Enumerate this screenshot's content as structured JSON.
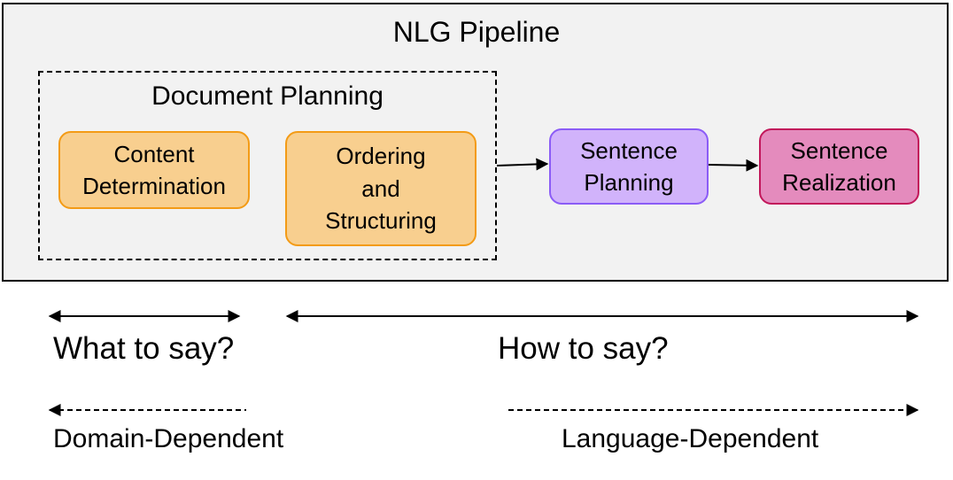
{
  "pipeline": {
    "title": "NLG Pipeline",
    "document_planning": {
      "title": "Document Planning",
      "content_determination": "Content\nDetermination",
      "ordering_structuring": "Ordering\nand\nStructuring"
    },
    "sentence_planning": "Sentence\nPlanning",
    "sentence_realization": "Sentence\nRealization"
  },
  "annotations": {
    "what_to_say": "What to say?",
    "how_to_say": "How to say?",
    "domain_dependent": "Domain-Dependent",
    "language_dependent": "Language-Dependent"
  },
  "colors": {
    "panel_bg": "#f2f2f2",
    "orange_fill": "#f8cf8f",
    "orange_border": "#f39b16",
    "purple_fill": "#d1b3fb",
    "purple_border": "#8b5cf6",
    "pink_fill": "#e48bbd",
    "pink_border": "#c2185b"
  }
}
